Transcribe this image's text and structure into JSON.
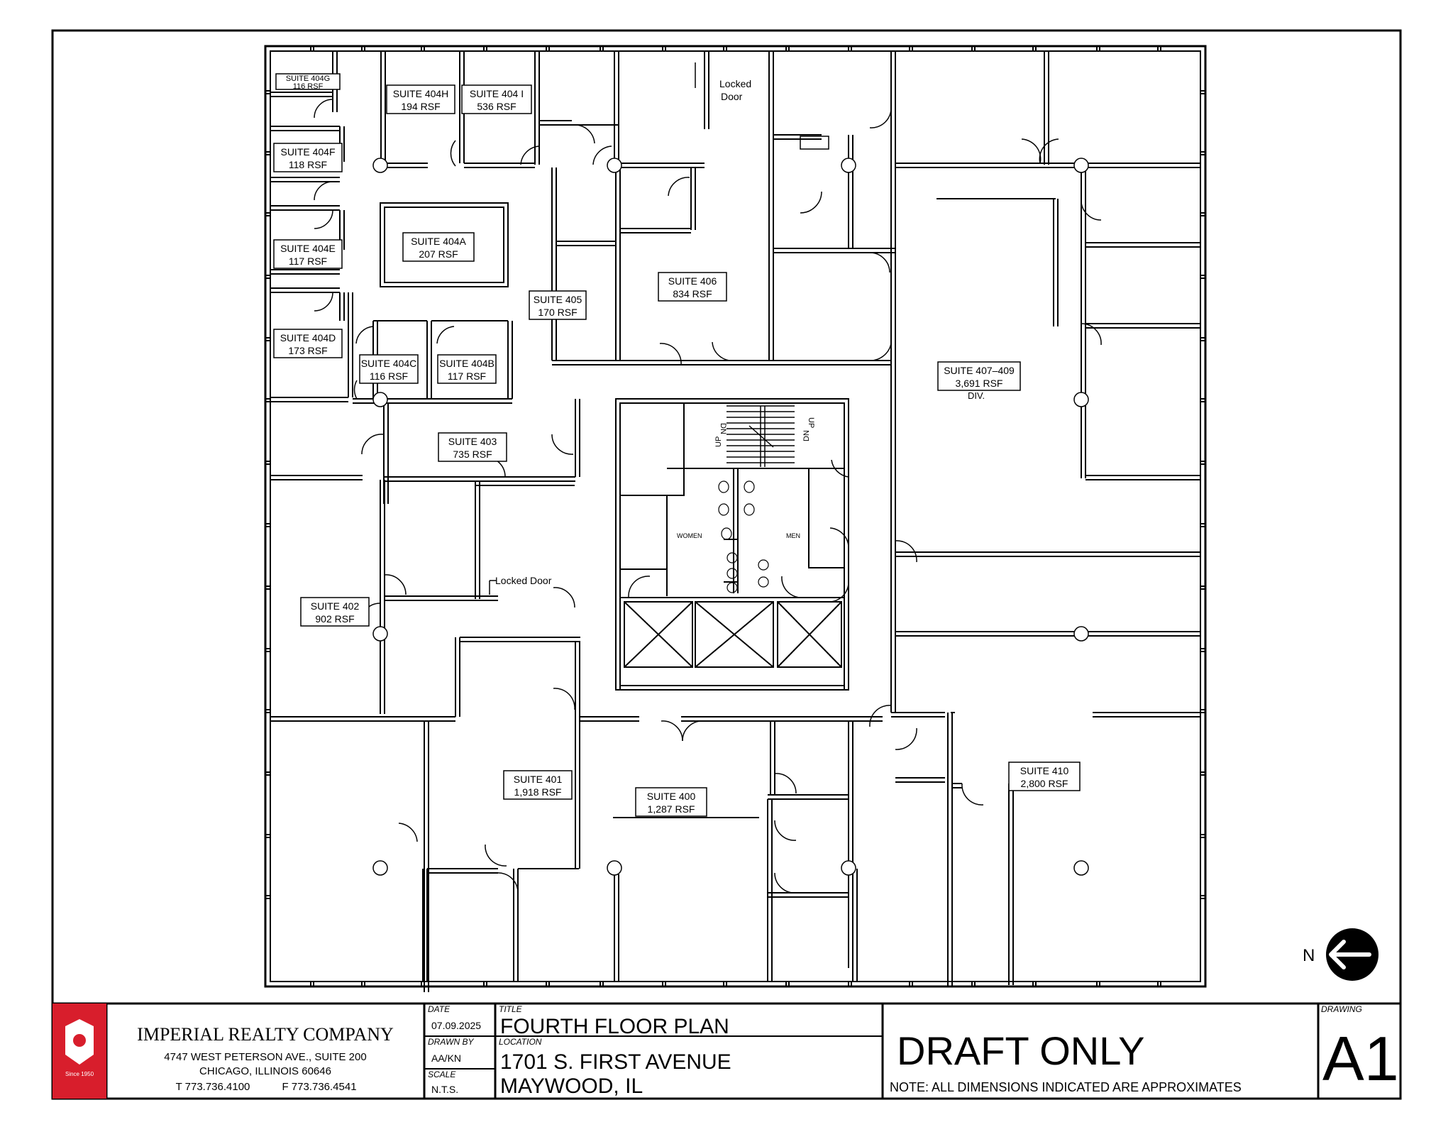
{
  "suites": [
    {
      "name": "SUITE 404G",
      "rsf": "116 RSF"
    },
    {
      "name": "SUITE 404H",
      "rsf": "194 RSF"
    },
    {
      "name": "SUITE 404 I",
      "rsf": "536 RSF"
    },
    {
      "name": "SUITE 404F",
      "rsf": "118 RSF"
    },
    {
      "name": "SUITE 404A",
      "rsf": "207 RSF"
    },
    {
      "name": "SUITE 404E",
      "rsf": "117 RSF"
    },
    {
      "name": "SUITE 404D",
      "rsf": "173 RSF"
    },
    {
      "name": "SUITE 404C",
      "rsf": "116 RSF"
    },
    {
      "name": "SUITE 404B",
      "rsf": "117 RSF"
    },
    {
      "name": "SUITE 403",
      "rsf": "735 RSF"
    },
    {
      "name": "SUITE 405",
      "rsf": "170 RSF"
    },
    {
      "name": "SUITE 406",
      "rsf": "834 RSF"
    },
    {
      "name": "SUITE 407–409",
      "rsf": "3,691 RSF"
    },
    {
      "name": "SUITE 402",
      "rsf": "902 RSF"
    },
    {
      "name": "SUITE 401",
      "rsf": "1,918 RSF"
    },
    {
      "name": "SUITE 400",
      "rsf": "1,287 RSF"
    },
    {
      "name": "SUITE 410",
      "rsf": "2,800 RSF"
    }
  ],
  "notes": {
    "locked_door_top_line1": "Locked",
    "locked_door_top_line2": "Door",
    "locked_door_mid": "Locked Door",
    "div": "DIV.",
    "women": "WOMEN",
    "men": "MEN",
    "stair_dn": "DN",
    "stair_up": "UP",
    "north": "N"
  },
  "titleblock": {
    "company": "IMPERIAL REALTY COMPANY",
    "address": "4747 WEST PETERSON AVE., SUITE 200",
    "city": "CHICAGO, ILLINOIS 60646",
    "phone": "T 773.736.4100",
    "fax": "F 773.736.4541",
    "logo_text": "Since 1950",
    "date_label": "DATE",
    "date": "07.09.2025",
    "drawn_by_label": "DRAWN BY",
    "drawn_by": "AA/KN",
    "scale_label": "SCALE",
    "scale": "N.T.S.",
    "title_label": "TITLE",
    "title": "FOURTH FLOOR PLAN",
    "location_label": "LOCATION",
    "location_line1": "1701 S. FIRST AVENUE",
    "location_line2": "MAYWOOD, IL",
    "status": "DRAFT ONLY",
    "note": "NOTE:  ALL DIMENSIONS INDICATED ARE APPROXIMATES",
    "drawing_label": "DRAWING",
    "drawing_number": "A1"
  },
  "colors": {
    "logo_red": "#d81e2c",
    "line": "#000000"
  }
}
